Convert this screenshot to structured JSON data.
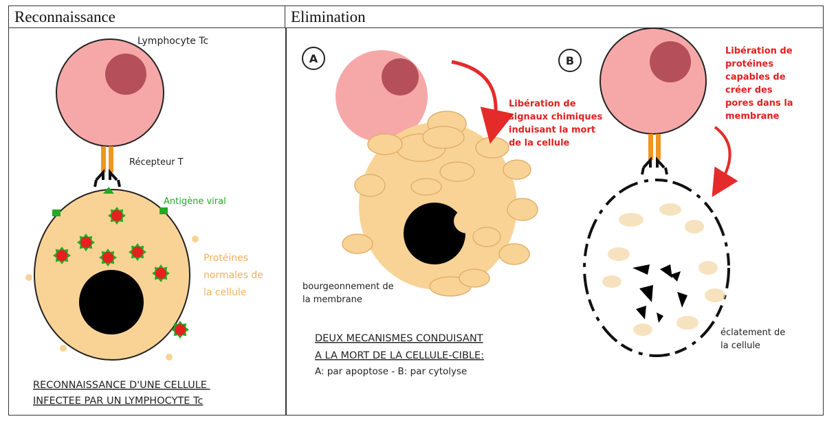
{
  "headers": {
    "left": "Reconnaissance",
    "right": "Elimination"
  },
  "recognition": {
    "lymphocyte_label": "Lymphocyte Tc",
    "receptor_label": "Récepteur T",
    "antigen_label": "Antigène viral",
    "proteins_label": [
      "Protéines",
      "normales de",
      "la cellule"
    ],
    "caption": [
      "RECONNAISSANCE D'UNE CELLULE",
      "INFECTEE PAR UN LYMPHOCYTE Tc"
    ]
  },
  "elimination": {
    "panel_a_marker": "A",
    "panel_b_marker": "B",
    "a_release_label": [
      "Libération de",
      "signaux chimiques",
      "induisant la mort",
      "de la cellule"
    ],
    "budding_label": [
      "bourgeonnement de",
      "la membrane"
    ],
    "b_release_label": [
      "Libération de",
      "protéines",
      "capables de",
      "créer des",
      "pores dans la",
      "membrane"
    ],
    "burst_label": [
      "éclatement de",
      "la cellule"
    ],
    "caption": [
      "DEUX MECANISMES CONDUISANT",
      "A LA  MORT DE LA CELLULE-CIBLE:",
      "A: par apoptose - B: par cytolyse"
    ]
  },
  "colors": {
    "lymphocyte": "#f6a8a8",
    "nucleus_lymph": "#b5505a",
    "target_cell": "#f9d396",
    "receptor": "#f0951e",
    "antigen": "#22aa22",
    "virus": "#e52020",
    "arrow": "#e52a2a",
    "protein_text": "#f0b060",
    "label_red": "#e02020"
  }
}
